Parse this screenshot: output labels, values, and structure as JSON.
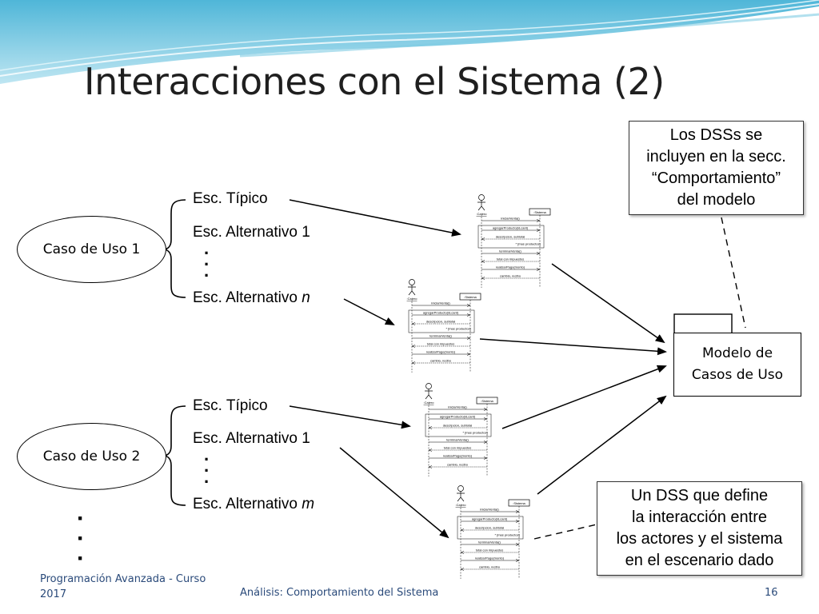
{
  "title": "Interacciones con el Sistema (2)",
  "use_cases": [
    {
      "label": "Caso de Uso 1"
    },
    {
      "label": "Caso de Uso 2"
    }
  ],
  "group1": {
    "typical": "Esc. Típico",
    "alt1": "Esc. Alternativo 1",
    "altn_prefix": "Esc. Alternativo ",
    "altn_var": "n"
  },
  "group2": {
    "typical": "Esc. Típico",
    "alt1": "Esc. Alternativo 1",
    "altn_prefix": "Esc. Alternativo ",
    "altn_var": "m"
  },
  "model_box": {
    "line1": "Modelo de",
    "line2": "Casos de Uso"
  },
  "note_top": [
    "Los DSSs se",
    "incluyen en la secc.",
    "“Comportamiento”",
    "del modelo"
  ],
  "note_bottom": [
    "Un DSS que define",
    "la interacción entre",
    "los actores y el sistema",
    "en el escenario dado"
  ],
  "dss": {
    "actor": "Cajero",
    "system": ":Sistema",
    "messages": [
      "iniciarVenta()",
      "agregarProducto(id,cant)",
      "descripcion, subtotal",
      "* [mas productos]",
      "terminarVenta()",
      "total con impuestos",
      "realizarPago(monto)",
      "cambio, recibo"
    ]
  },
  "footer": {
    "left_line1": "Programación Avanzada - Curso",
    "left_line2": "2017",
    "center": "Análisis: Comportamiento del Sistema",
    "page": "16"
  },
  "colors": {
    "wave_dark": "#2aa0c8",
    "wave_light": "#9fd8ea",
    "footer_text": "#2a4a7a"
  }
}
